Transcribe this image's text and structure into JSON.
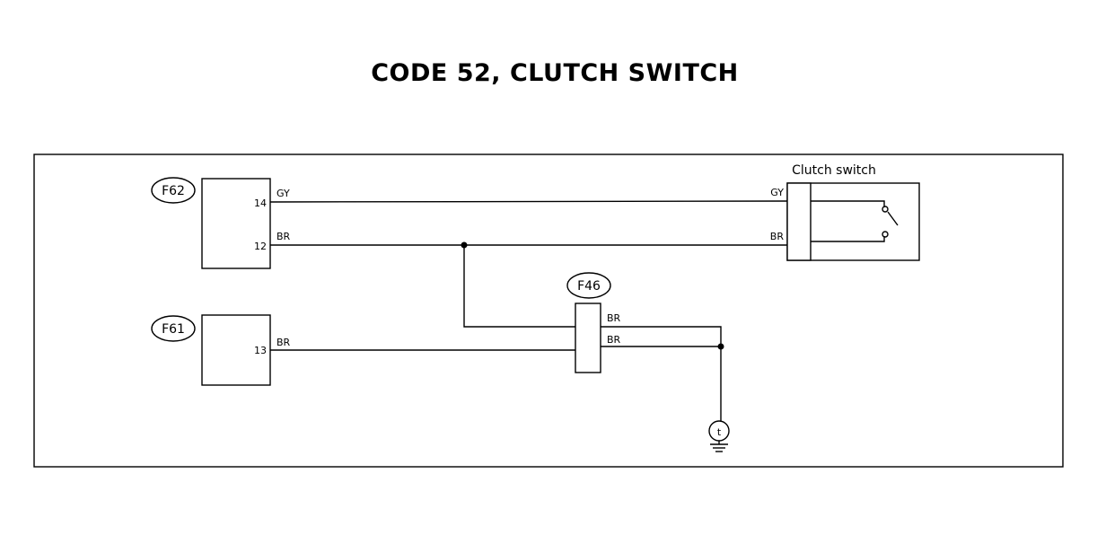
{
  "title": "CODE 52, CLUTCH SWITCH",
  "connectors": {
    "f62": "F62",
    "f61": "F61",
    "f46": "F46"
  },
  "switch": {
    "label": "Clutch switch"
  },
  "pins": {
    "f62_top": "14",
    "f62_bottom": "12",
    "f61": "13"
  },
  "wires": {
    "gy_left": "GY",
    "br_left": "BR",
    "gy_switch": "GY",
    "br_switch": "BR",
    "br_f61": "BR",
    "br_f46_top": "BR",
    "br_f46_bottom": "BR"
  },
  "ground": {
    "symbol": "t"
  }
}
